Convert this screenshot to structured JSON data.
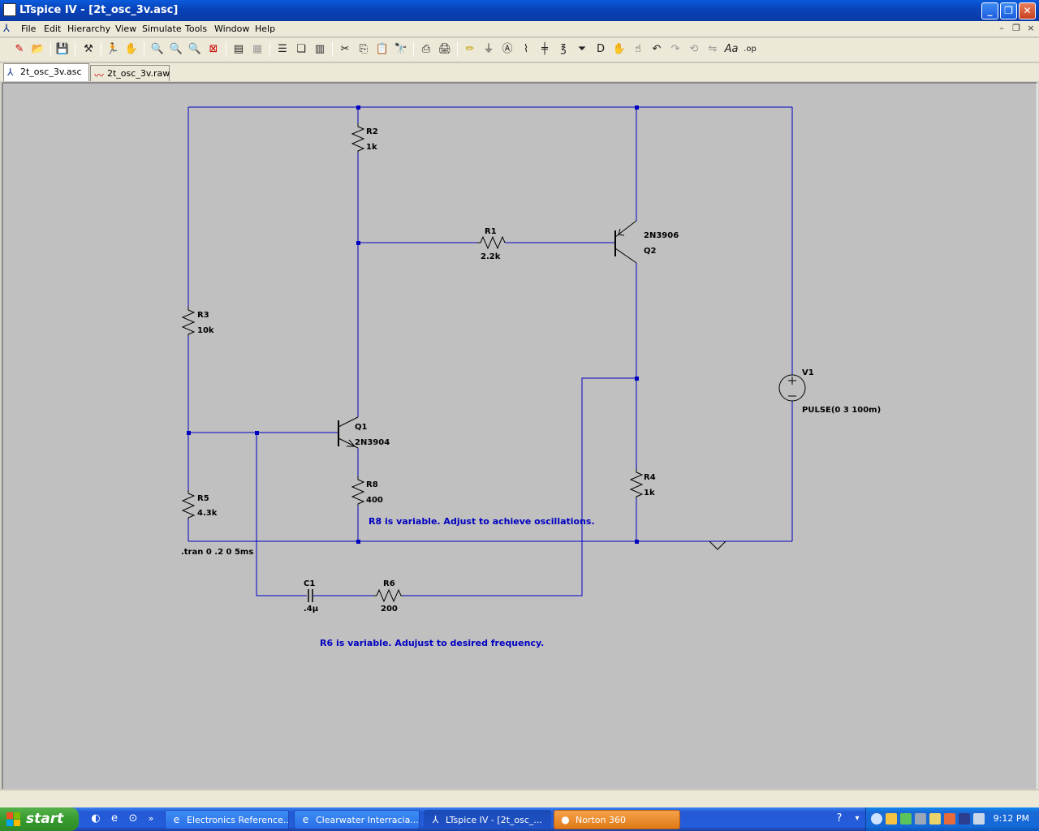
{
  "window": {
    "title": "LTspice IV - [2t_osc_3v.asc]"
  },
  "menu": {
    "items": [
      "File",
      "Edit",
      "Hierarchy",
      "View",
      "Simulate",
      "Tools",
      "Window",
      "Help"
    ]
  },
  "toolbar": {
    "icons": [
      "new-schematic-icon",
      "open-icon",
      "save-icon",
      "control-panel-icon",
      "run-icon",
      "halt-icon",
      "zoom-in-icon",
      "pan-icon",
      "zoom-out-icon",
      "zoom-fit-icon",
      "autorange-icon",
      "plot-settings-icon",
      "tile-horizontal-icon",
      "cascade-icon",
      "tile-vertical-icon",
      "cut-icon",
      "copy-icon",
      "paste-icon",
      "find-icon",
      "print-setup-icon",
      "print-icon",
      "wire-icon",
      "ground-icon",
      "label-net-icon",
      "resistor-icon",
      "capacitor-icon",
      "inductor-icon",
      "diode-icon",
      "component-icon",
      "move-icon",
      "drag-icon",
      "undo-icon",
      "redo-icon",
      "rotate-icon",
      "mirror-icon",
      "text-icon",
      "spice-directive-icon"
    ]
  },
  "tabs": [
    {
      "label": "2t_osc_3v.asc",
      "active": true
    },
    {
      "label": "2t_osc_3v.raw",
      "active": false
    }
  ],
  "schematic": {
    "wire_color": "#0000c0",
    "components": {
      "R1": {
        "name": "R1",
        "value": "2.2k"
      },
      "R2": {
        "name": "R2",
        "value": "1k"
      },
      "R3": {
        "name": "R3",
        "value": "10k"
      },
      "R4": {
        "name": "R4",
        "value": "1k"
      },
      "R5": {
        "name": "R5",
        "value": "4.3k"
      },
      "R6": {
        "name": "R6",
        "value": "200"
      },
      "R8": {
        "name": "R8",
        "value": "400"
      },
      "C1": {
        "name": "C1",
        "value": ".4µ"
      },
      "Q1": {
        "name": "Q1",
        "model": "2N3904"
      },
      "Q2": {
        "name": "Q2",
        "model": "2N3906"
      },
      "V1": {
        "name": "V1",
        "value": "PULSE(0 3 100m)"
      }
    },
    "directive": ".tran 0 .2 0 5ms",
    "note_r8": "R8 is variable.  Adjust to achieve oscillations.",
    "note_r6": "R6 is variable.  Adujust to desired frequency."
  },
  "taskbar": {
    "start_label": "start",
    "buttons": [
      {
        "label": "Electronics Reference...",
        "active": false
      },
      {
        "label": "Clearwater Interracia...",
        "active": false
      },
      {
        "label": "LTspice IV - [2t_osc_...",
        "active": true
      },
      {
        "label": "Norton 360",
        "active": false
      }
    ],
    "clock": "9:12 PM"
  }
}
